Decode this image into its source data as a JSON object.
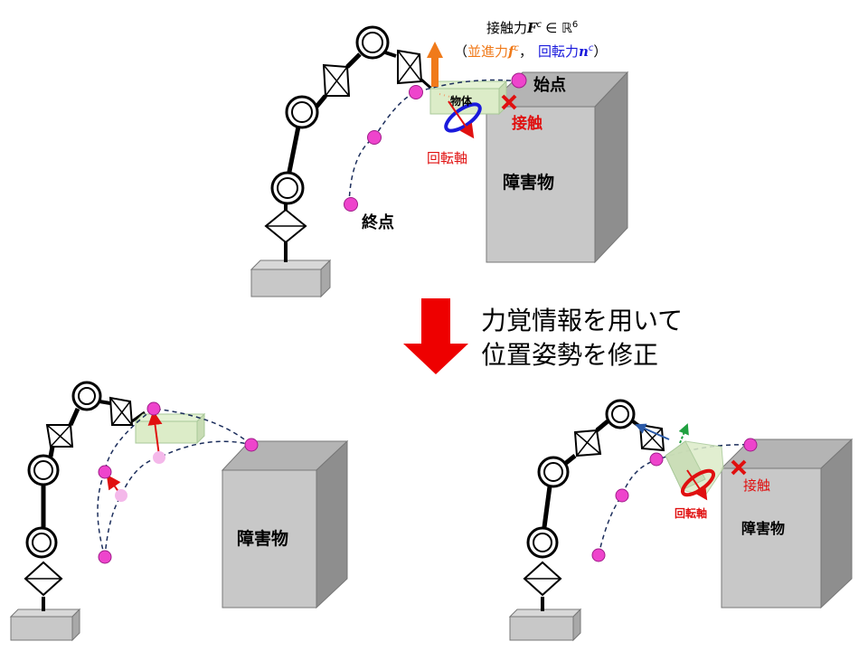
{
  "top": {
    "contact_force_prefix": "接触力",
    "contact_force_symbol": "F",
    "contact_force_sup": "c",
    "contact_force_in": "∈ ℝ",
    "contact_force_dim": "6",
    "paren_open": "（",
    "translational_label": "並進力",
    "translational_symbol": "f",
    "translational_sup": "c",
    "comma": "，",
    "rotational_label": "回転力",
    "rotational_symbol": "n",
    "rotational_sup": "c",
    "paren_close": "）",
    "object_label": "物体",
    "start_label": "始点",
    "end_label": "終点",
    "contact_label": "接触",
    "rotation_axis_label": "回転軸",
    "obstacle_label": "障害物"
  },
  "arrow_text": {
    "line1": "力覚情報を用いて",
    "line2": "位置姿勢を修正"
  },
  "bottom_left": {
    "obstacle_label": "障害物"
  },
  "bottom_right": {
    "contact_label": "接触",
    "rotation_axis_label": "回転軸",
    "obstacle_label": "障害物"
  },
  "colors": {
    "waypoint": "#ee44cc",
    "waypoint_ghost": "#f4b8ea",
    "force_arrow": "#f07a1a",
    "translational": "#f07a1a",
    "rotational": "#1a1adc",
    "rotation_ring_top": "#1a1adc",
    "rotation_ring_right": "#e01010",
    "contact": "#e01010",
    "correction_arrow": "#e01010",
    "big_arrow": "#ee0000",
    "object_fill": "#dcecc8",
    "object_stroke": "#a8c898",
    "obstacle_front": "#c8c8c8",
    "obstacle_side": "#8e8e8e",
    "obstacle_top": "#b4b4b4",
    "trajectory": "#1c2e5c",
    "base": "#c8c8c8"
  },
  "icons": [
    "robot-arm",
    "obstacle-box",
    "waypoint-dot",
    "contact-cross",
    "rotation-ring",
    "down-arrow"
  ]
}
